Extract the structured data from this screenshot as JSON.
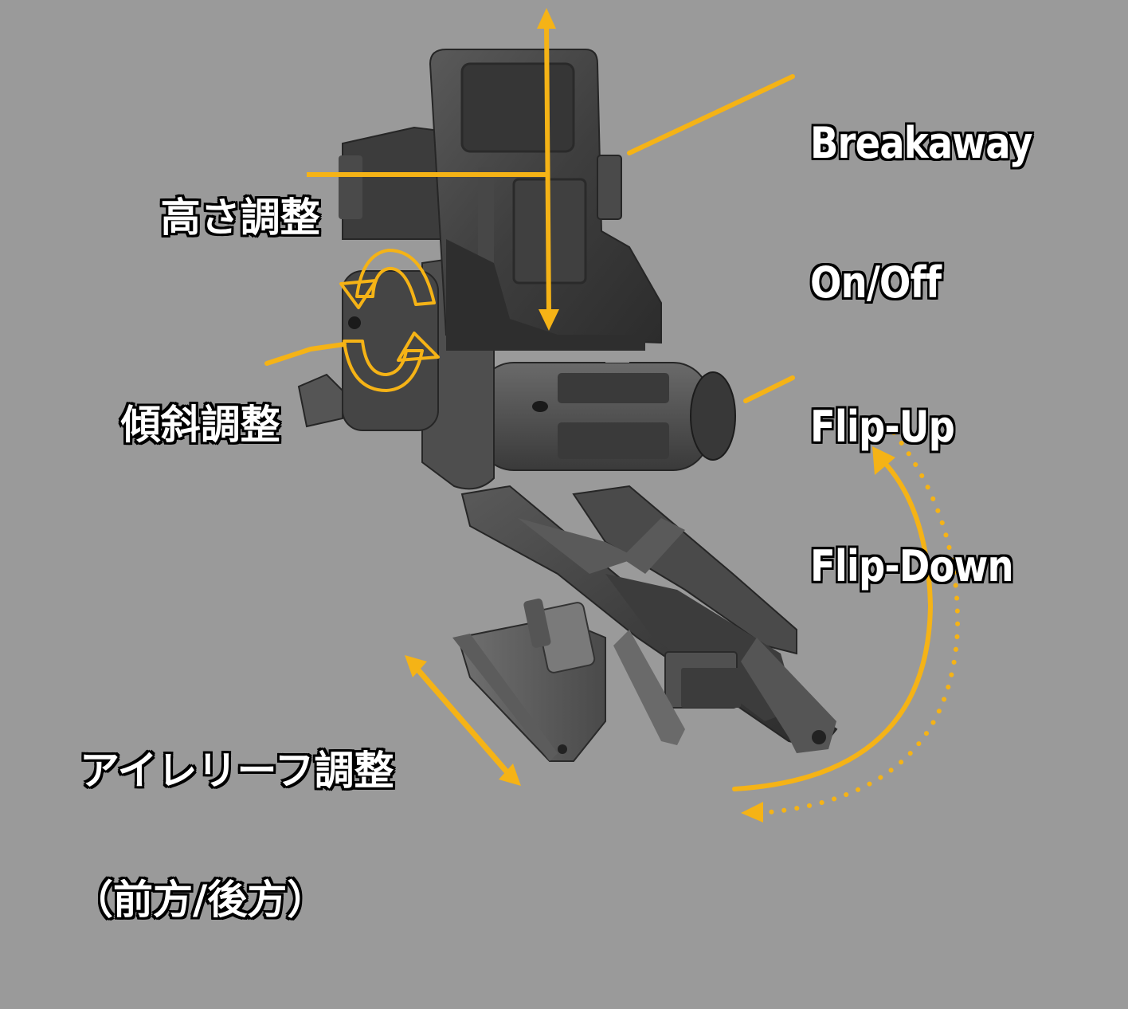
{
  "diagram": {
    "background_color": "#9a9a9a",
    "accent_color": "#f5b316",
    "subject": "night-vision helmet mount (grayscale product render)",
    "labels": {
      "height_adjust": "高さ調整",
      "tilt_adjust": "傾斜調整",
      "eye_relief_line1": "アイレリーフ調整",
      "eye_relief_line2": "（前方/後方）",
      "breakaway_line1": "Breakaway",
      "breakaway_line2": "On/Off",
      "flip_line1": "Flip-Up",
      "flip_line2": "Flip-Down"
    },
    "annotations": [
      {
        "name": "height-adjust",
        "type": "vertical double arrow",
        "icon": "arrow-up-down"
      },
      {
        "name": "tilt-adjust",
        "type": "circular rotate arrows",
        "icon": "rotate"
      },
      {
        "name": "eye-relief-adjust",
        "type": "diagonal double arrow",
        "icon": "arrow-diagonal"
      },
      {
        "name": "breakaway",
        "type": "leader line",
        "icon": "line"
      },
      {
        "name": "flip-up-down",
        "type": "curved solid + dotted arc arrows",
        "icon": "arc-arrows"
      }
    ]
  }
}
